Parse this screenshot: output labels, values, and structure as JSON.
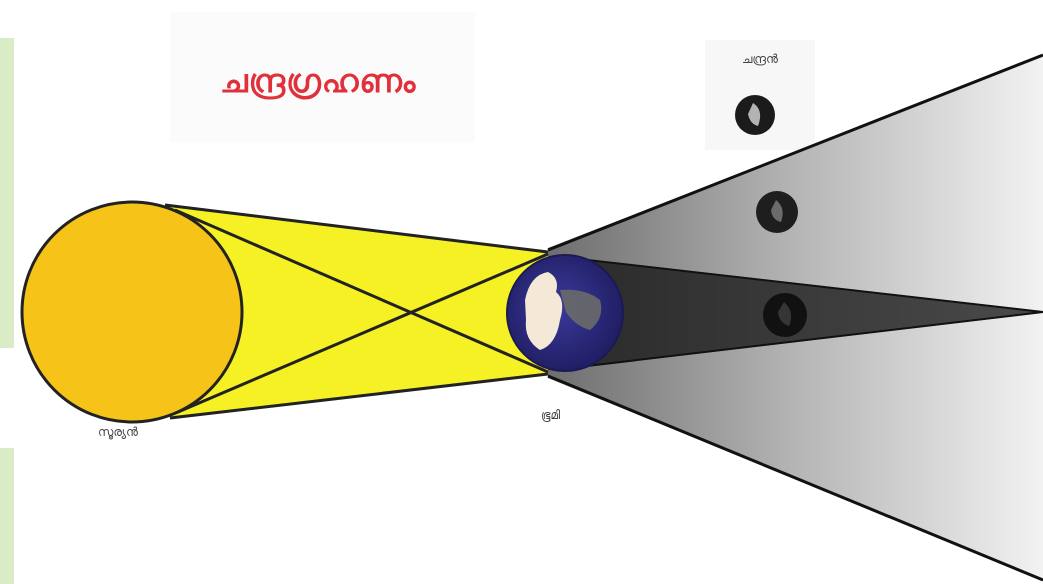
{
  "diagram": {
    "title": "ചന്ദ്രഗ്രഹണം",
    "labels": {
      "moon": "ചന്ദ്രൻ",
      "earth": "ഭൂമി",
      "sun": "സൂര്യൻ"
    },
    "colors": {
      "title": "#e0303a",
      "sun": "#f6c418",
      "light_beam": "#f5f124",
      "earth": "#2e2b86",
      "umbra": "#3c3c3c",
      "penumbra": "#c8c8c8",
      "moon": "#222222",
      "sidebar": "#d9ecc6"
    },
    "icons": [
      "sun-icon",
      "earth-icon",
      "moon-icon"
    ]
  }
}
